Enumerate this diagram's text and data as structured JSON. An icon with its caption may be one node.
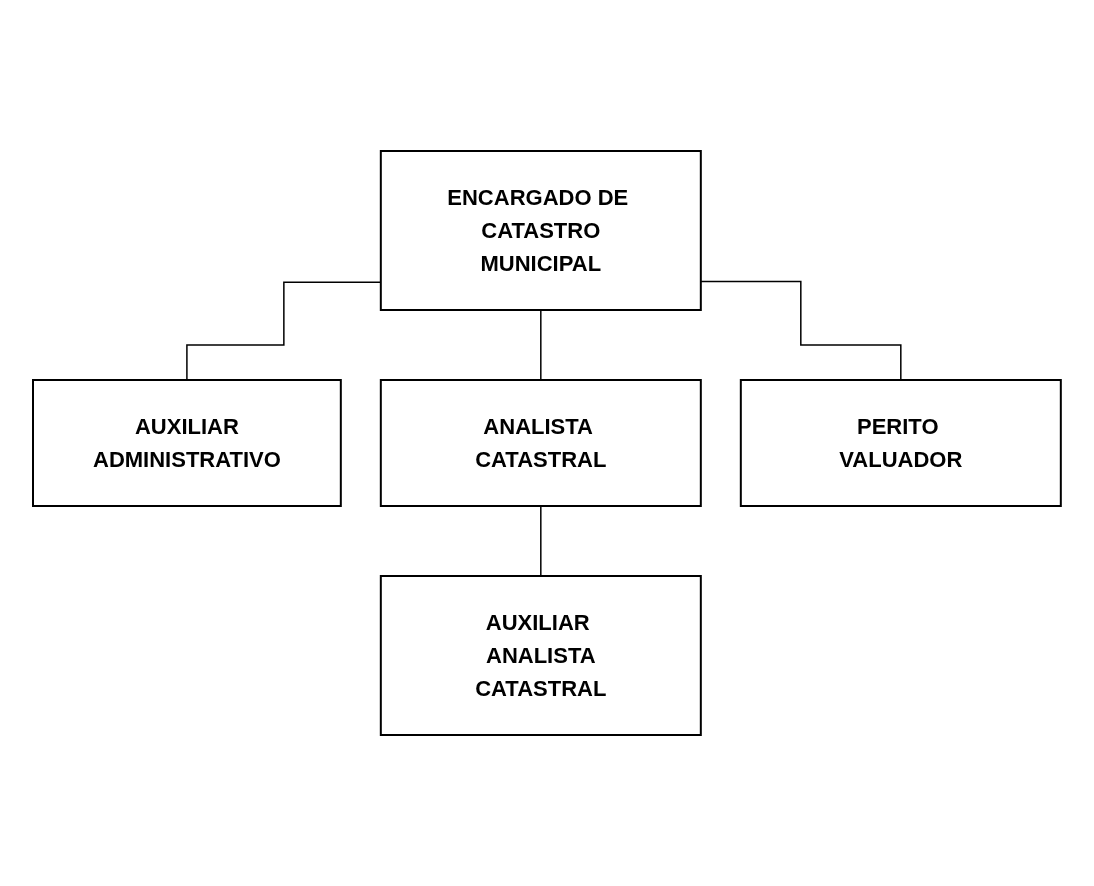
{
  "diagram": {
    "nodes": [
      {
        "text": [
          "ENCARGADO DE CATASTRO MUNICIPAL"
        ]
      },
      {
        "text": [
          "AUXILIAR ADMINISTRATIVO"
        ]
      },
      {
        "text": [
          "ANALISTA CATASTRAL"
        ]
      },
      {
        "text": [
          "PERITO VALUADOR"
        ]
      },
      {
        "text": [
          "AUXILIAR ANALISTA CATASTRAL"
        ]
      }
    ],
    "edges": [
      {
        "from": 0,
        "to": 1,
        "arrow": "none"
      },
      {
        "from": 0,
        "to": 2,
        "arrow": "none"
      },
      {
        "from": 0,
        "to": 3,
        "arrow": "none"
      },
      {
        "from": 2,
        "to": 4,
        "arrow": "none"
      }
    ]
  }
}
